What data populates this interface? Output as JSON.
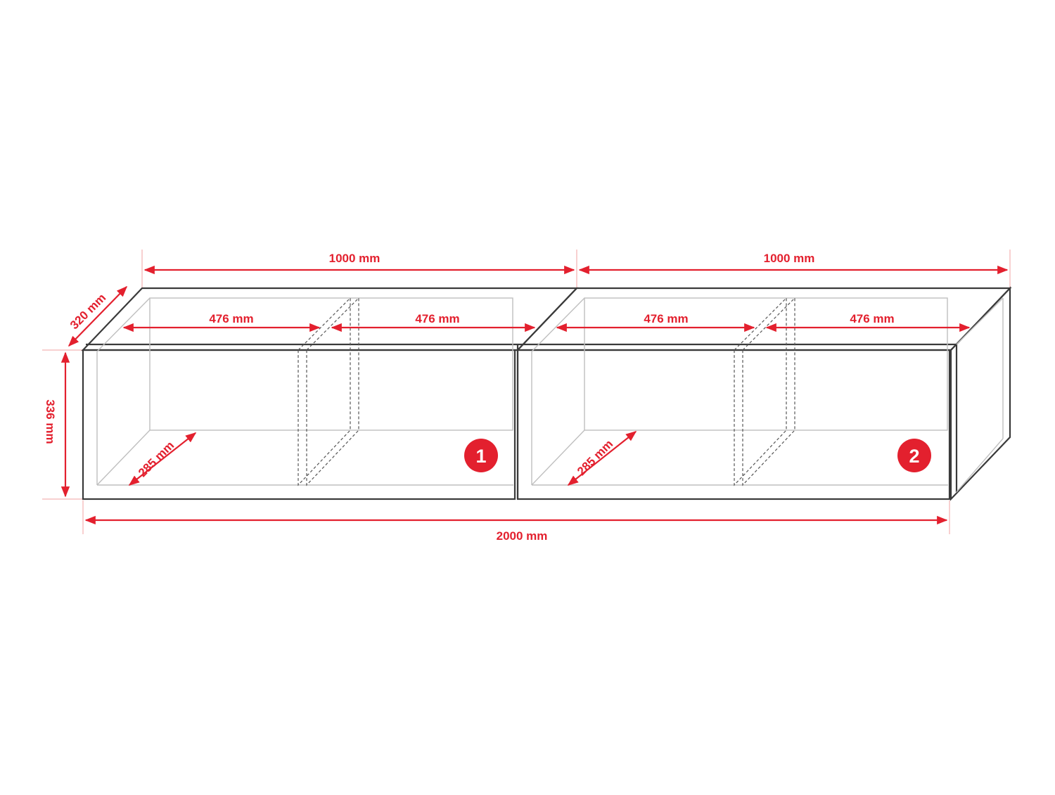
{
  "colors": {
    "accent": "#e3202e",
    "outline": "#3a3a3a",
    "inner": "#bfbfbf",
    "badge_text": "#ffffff"
  },
  "dimensions": {
    "unit_width_left": "1000 mm",
    "unit_width_right": "1000 mm",
    "total_width": "2000 mm",
    "height": "336 mm",
    "depth": "320 mm",
    "inner_depth_left": "285 mm",
    "inner_depth_right": "285 mm",
    "compartments": [
      "476 mm",
      "476 mm",
      "476 mm",
      "476 mm"
    ]
  },
  "badges": [
    "1",
    "2"
  ]
}
